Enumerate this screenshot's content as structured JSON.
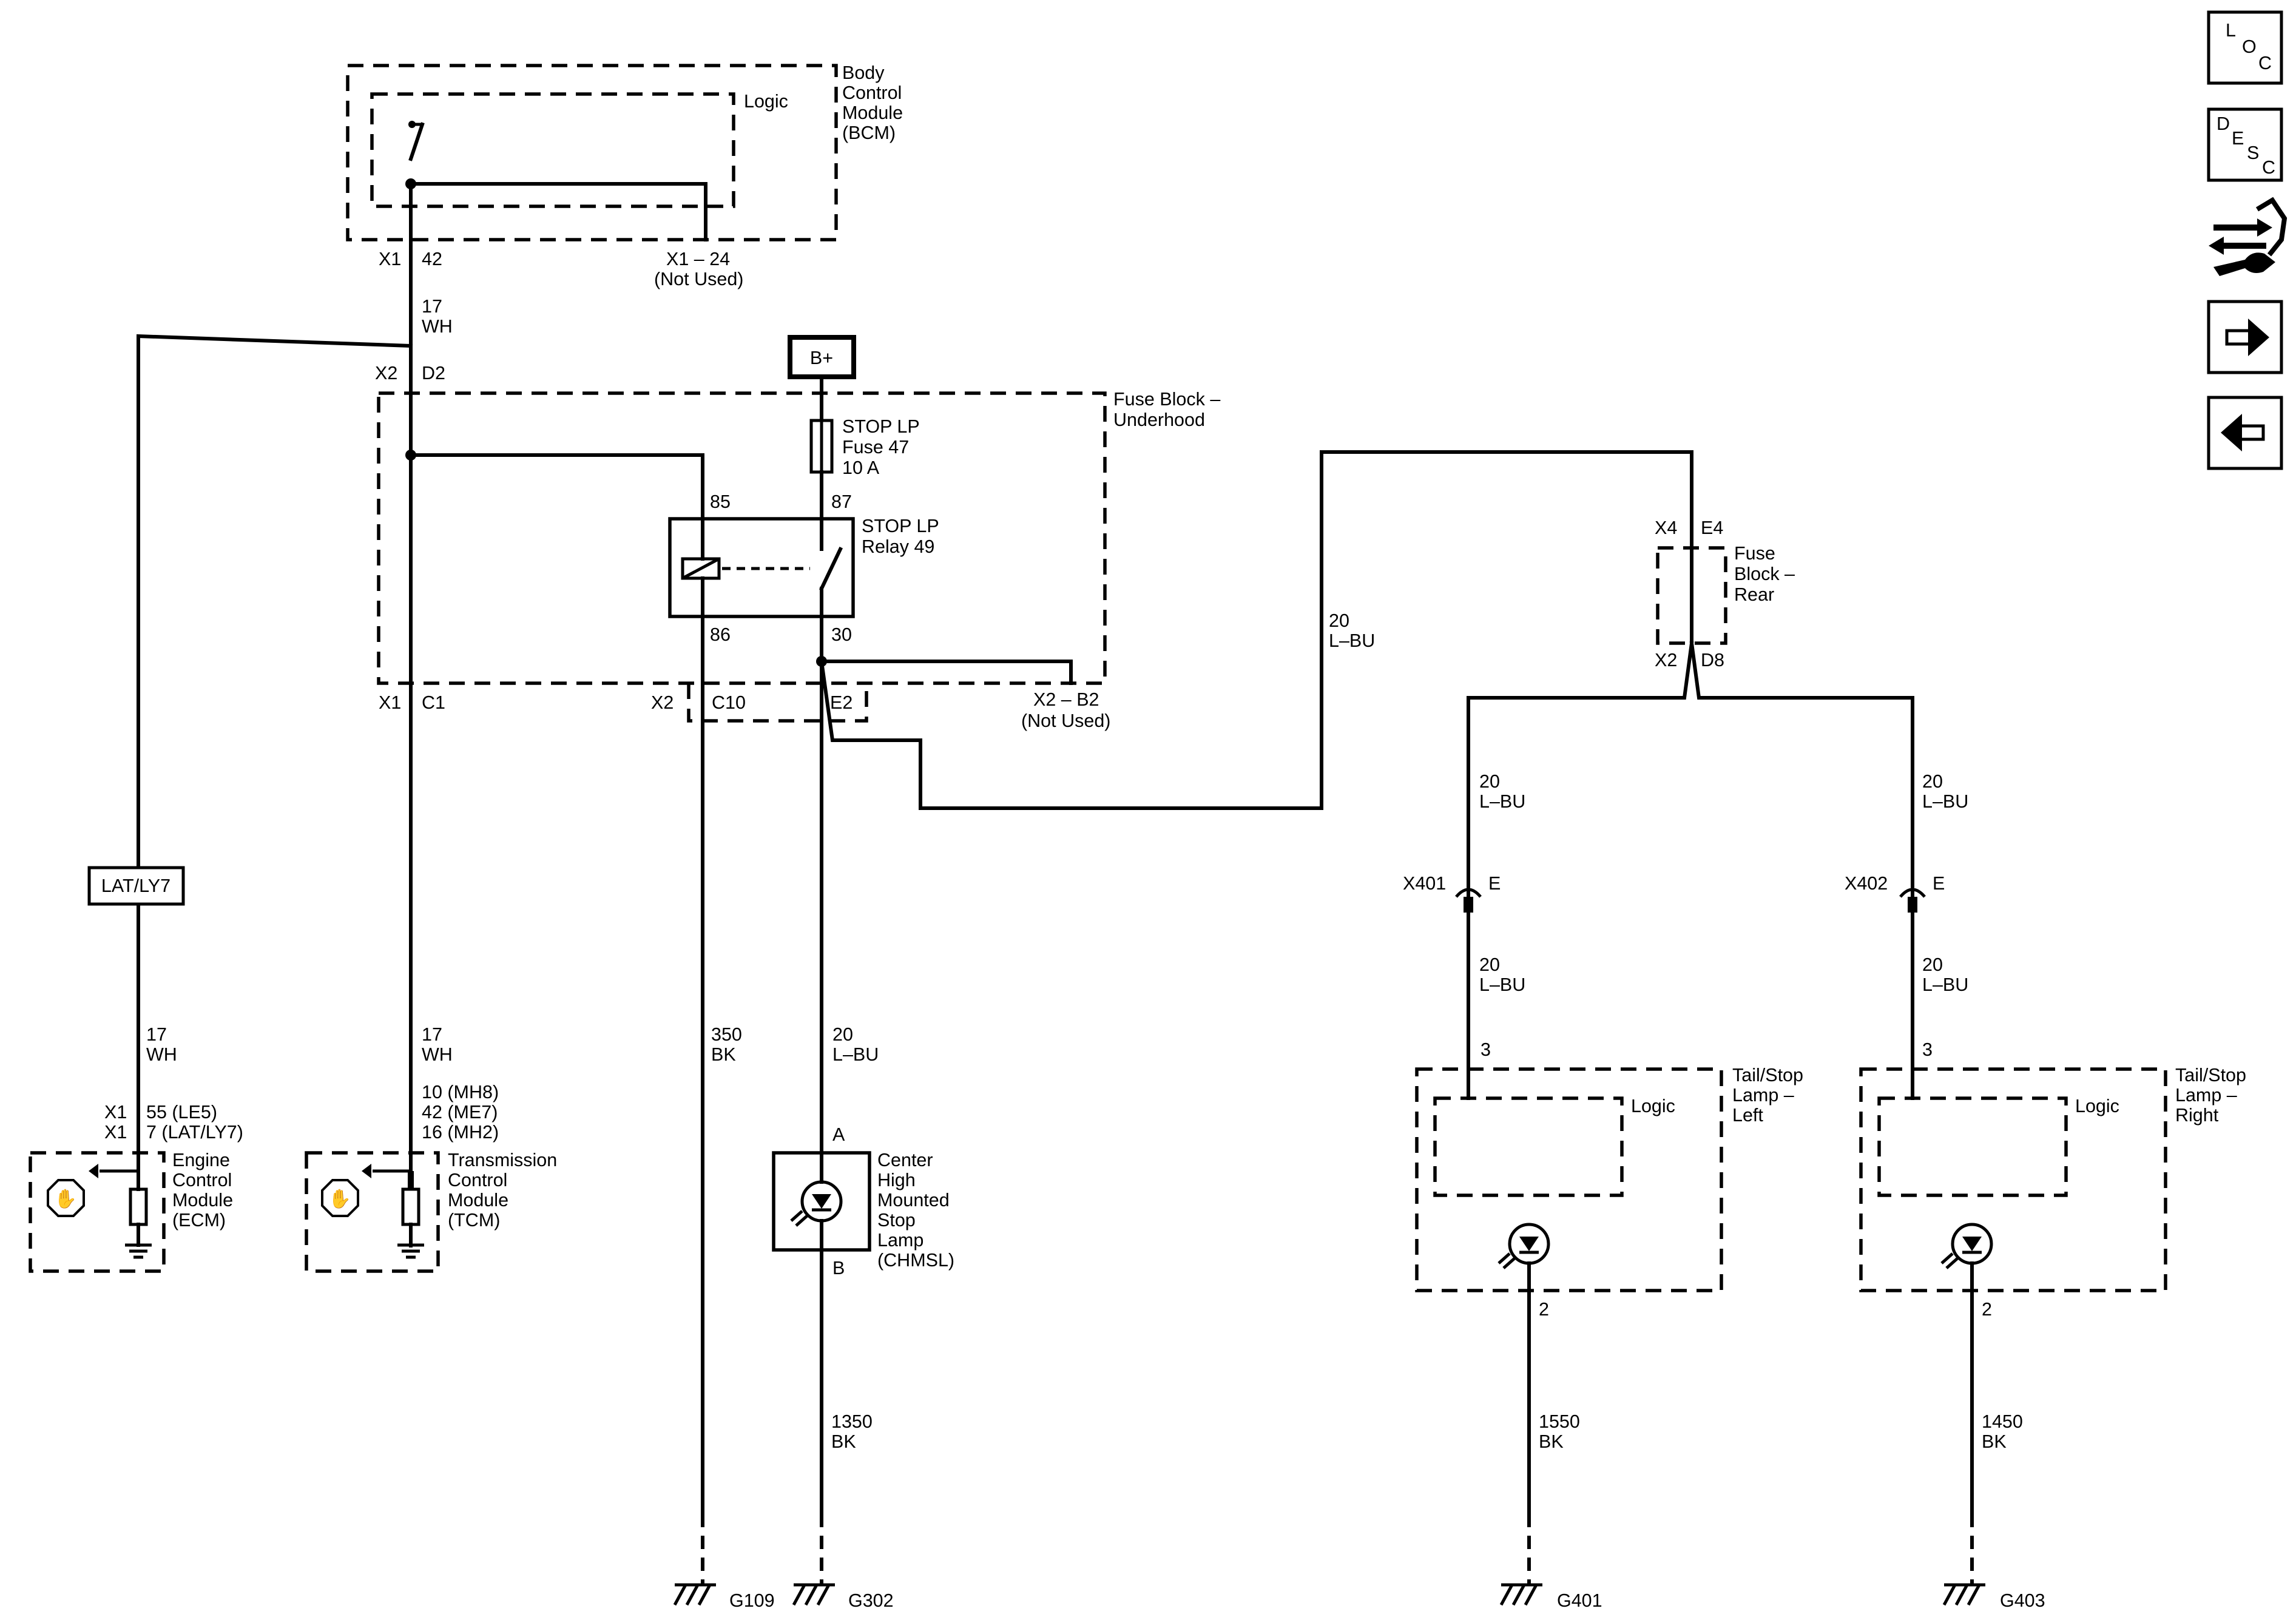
{
  "modules": {
    "bcm": {
      "name": [
        "Body",
        "Control",
        "Module",
        "(BCM)"
      ],
      "logic": "Logic"
    },
    "fuse_block_underhood": {
      "name": [
        "Fuse Block –",
        "Underhood"
      ]
    },
    "fuse_block_rear": {
      "name": [
        "Fuse",
        "Block –",
        "Rear"
      ]
    },
    "ecm": {
      "name": [
        "Engine",
        "Control",
        "Module",
        "(ECM)"
      ]
    },
    "tcm": {
      "name": [
        "Transmission",
        "Control",
        "Module",
        "(TCM)"
      ]
    },
    "chmsl": {
      "name": [
        "Center",
        "High",
        "Mounted",
        "Stop",
        "Lamp",
        "(CHMSL)"
      ],
      "pin_top": "A",
      "pin_bottom": "B"
    },
    "tail_left": {
      "name": [
        "Tail/Stop",
        "Lamp –",
        "Left"
      ],
      "logic": "Logic",
      "pin_top": "3",
      "pin_bottom": "2"
    },
    "tail_right": {
      "name": [
        "Tail/Stop",
        "Lamp –",
        "Right"
      ],
      "logic": "Logic",
      "pin_top": "3",
      "pin_bottom": "2"
    }
  },
  "power": {
    "label": "B+"
  },
  "fuse": {
    "name": [
      "STOP LP",
      "Fuse 47",
      "10 A"
    ]
  },
  "relay": {
    "name": [
      "STOP LP",
      "Relay 49"
    ],
    "pins": [
      "85",
      "87",
      "86",
      "30"
    ]
  },
  "option_box": "LAT/LY7",
  "connectors": {
    "bcm_x1": "X1",
    "bcm_42": "42",
    "bcm_x1_24": "X1 – 24",
    "bcm_not_used": "(Not Used)",
    "fb_x2": "X2",
    "fb_d2": "D2",
    "fb_x1": "X1",
    "fb_c1": "C1",
    "fb_x2b": "X2",
    "fb_c10": "C10",
    "fb_e2": "E2",
    "fb_x2_b2": "X2 – B2",
    "fb_not_used": "(Not Used)",
    "fbr_x4": "X4",
    "fbr_e4": "E4",
    "fbr_x2": "X2",
    "fbr_d8": "D8",
    "ecm_x1a": "X1",
    "ecm_x1b": "X1",
    "ecm_pin_a": "55 (LE5)",
    "ecm_pin_b": "7 (LAT/LY7)",
    "tcm_pin_a": "10 (MH8)",
    "tcm_pin_b": "42 (ME7)",
    "tcm_pin_c": "16 (MH2)",
    "x401": "X401",
    "x401_pin": "E",
    "x402": "X402",
    "x402_pin": "E"
  },
  "wires": {
    "bcm_out": [
      "17",
      "WH"
    ],
    "ecm_in": [
      "17",
      "WH"
    ],
    "tcm_in": [
      "17",
      "WH"
    ],
    "relay_gnd": [
      "350",
      "BK"
    ],
    "chmsl_feed": [
      "20",
      "L–BU"
    ],
    "rear_feed": [
      "20",
      "L–BU"
    ],
    "left_a": [
      "20",
      "L–BU"
    ],
    "right_a": [
      "20",
      "L–BU"
    ],
    "left_b": [
      "20",
      "L–BU"
    ],
    "right_b": [
      "20",
      "L–BU"
    ],
    "chmsl_gnd": [
      "1350",
      "BK"
    ],
    "left_gnd": [
      "1550",
      "BK"
    ],
    "right_gnd": [
      "1450",
      "BK"
    ]
  },
  "grounds": [
    "G109",
    "G302",
    "G401",
    "G403"
  ],
  "nav": {
    "loc": [
      "L",
      "O",
      "C"
    ],
    "desc": [
      "D",
      "E",
      "S",
      "C"
    ]
  },
  "icons": [
    "loc-icon",
    "desc-icon",
    "connector-tool-icon",
    "arrow-right-icon",
    "arrow-left-icon"
  ]
}
